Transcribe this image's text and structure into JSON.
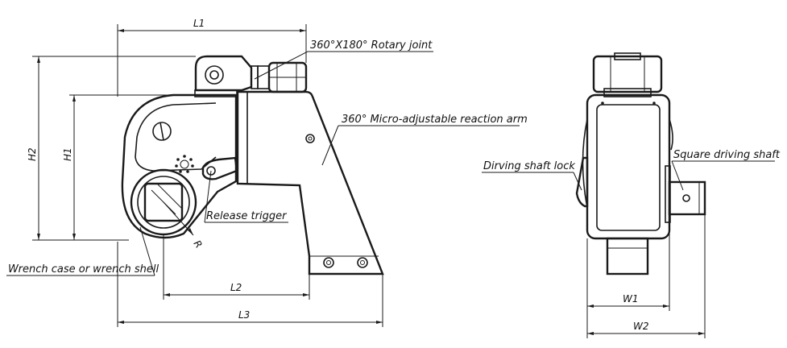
{
  "labels": {
    "rotary_joint": "360°X180° Rotary joint",
    "reaction_arm": "360° Micro-adjustable reaction arm",
    "release_trigger": "Release trigger",
    "wrench_case": "Wrench case or wrench shell",
    "driving_shaft_lock": "Dirving shaft lock",
    "square_driving_shaft": "Square driving shaft"
  },
  "dimensions": {
    "L1": "L1",
    "L2": "L2",
    "L3": "L3",
    "H1": "H1",
    "H2": "H2",
    "R": "R",
    "W1": "W1",
    "W2": "W2"
  }
}
